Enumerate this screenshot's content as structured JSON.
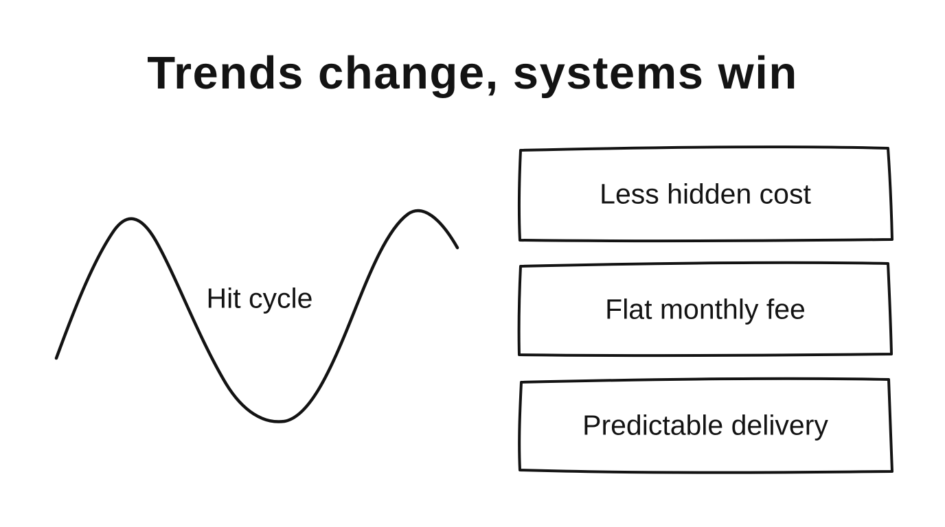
{
  "title": "Trends change, systems win",
  "colors": {
    "ink": "#131313",
    "background": "#ffffff"
  },
  "diagram": {
    "curve_label": "Hit cycle",
    "boxes": [
      {
        "label": "Less hidden cost"
      },
      {
        "label": "Flat monthly fee"
      },
      {
        "label": "Predictable delivery"
      }
    ]
  }
}
